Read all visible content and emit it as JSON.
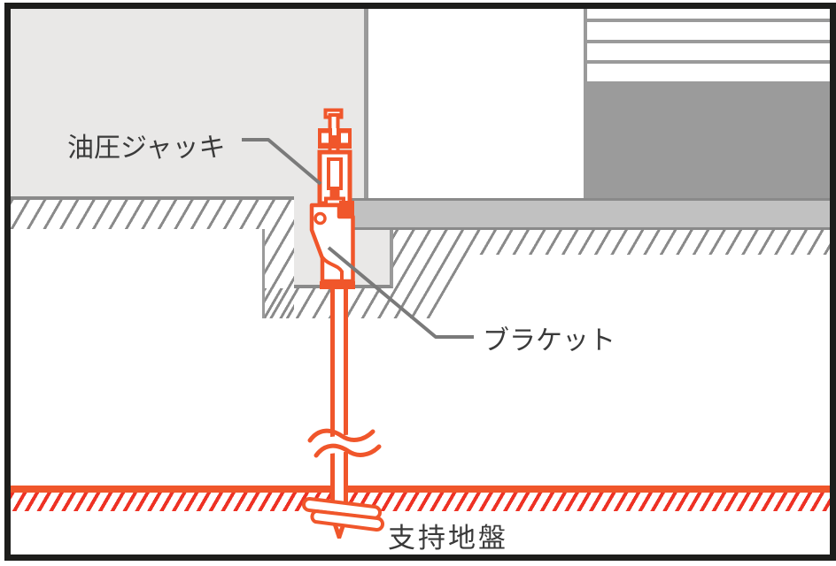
{
  "diagram": {
    "labels": {
      "hydraulic_jack": "油圧ジャッキ",
      "bracket": "ブラケット",
      "bearing_stratum": "支持地盤"
    },
    "colors": {
      "orange": "#F0562B",
      "red": "#EE3124",
      "lightgray": "#E9E8E7",
      "slabgray": "#C1C1C1",
      "darkgray": "#9B9B9B",
      "linegray": "#9A9A9A",
      "hatchgray": "#8A8A8A",
      "leadergray": "#7A7A7A",
      "frame": "#1D1D1B",
      "text": "#3A3A3A"
    }
  }
}
